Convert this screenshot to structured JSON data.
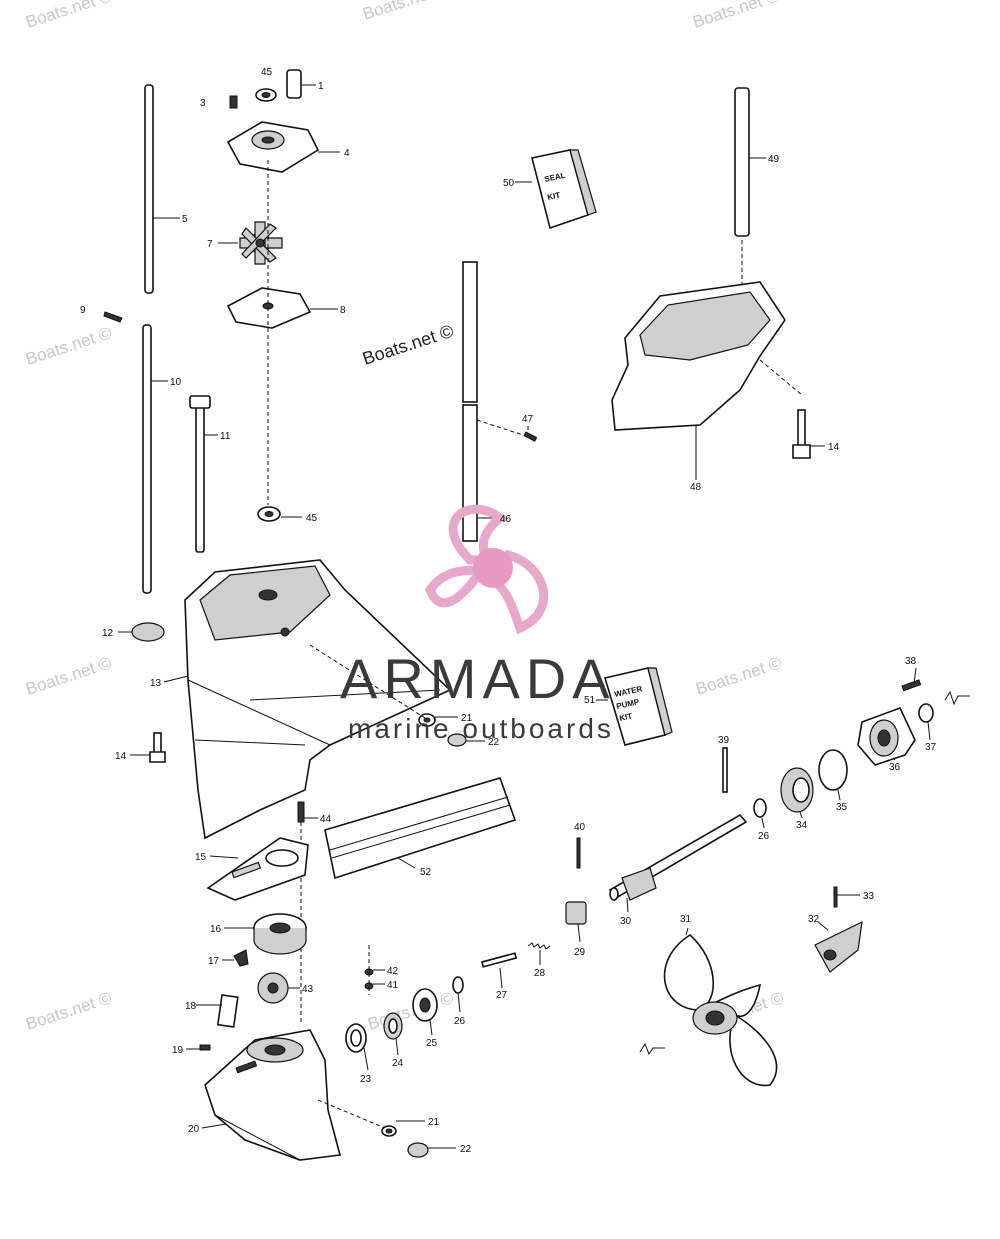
{
  "watermark": {
    "text": "Boats.net ©"
  },
  "logo": {
    "name": "ARMADA",
    "tagline": "marine outboards",
    "propeller_color": "#e7a8cc",
    "hub_color": "#e69ac1"
  },
  "kits": {
    "seal_kit": [
      "SEAL",
      "KIT"
    ],
    "water_pump_kit": [
      "WATER",
      "PUMP",
      "KIT"
    ]
  },
  "callouts": {
    "c1": "1",
    "c3": "3",
    "c4": "4",
    "c5": "5",
    "c7": "7",
    "c8": "8",
    "c9": "9",
    "c10": "10",
    "c11": "11",
    "c12": "12",
    "c13": "13",
    "c14a": "14",
    "c14b": "14",
    "c15": "15",
    "c16": "16",
    "c17": "17",
    "c18": "18",
    "c19": "19",
    "c20": "20",
    "c21a": "21",
    "c21b": "21",
    "c22a": "22",
    "c22b": "22",
    "c23": "23",
    "c24": "24",
    "c25": "25",
    "c26a": "26",
    "c26b": "26",
    "c27": "27",
    "c28": "28",
    "c29": "29",
    "c30": "30",
    "c31": "31",
    "c32": "32",
    "c33": "33",
    "c34": "34",
    "c35": "35",
    "c36": "36",
    "c37": "37",
    "c38": "38",
    "c39": "39",
    "c40": "40",
    "c41": "41",
    "c42": "42",
    "c43": "43",
    "c44": "44",
    "c45a": "45",
    "c45b": "45",
    "c46": "46",
    "c47": "47",
    "c48": "48",
    "c49": "49",
    "c50": "50",
    "c51": "51",
    "c52": "52"
  }
}
